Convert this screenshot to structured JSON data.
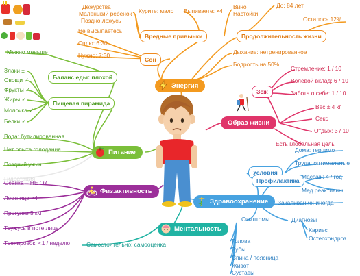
{
  "energy": {
    "label": "Энергия",
    "bad_habits": {
      "label": "Вредные привычки",
      "night_shifts": "Дежурства",
      "small_child": "Маленький ребёнок",
      "late_bed": "Поздно ложусь",
      "smoke": "Курите: мало",
      "drink": "Выпиваете: ×4",
      "wine": "Вино",
      "tinctures": "Настойки"
    },
    "sleep": {
      "label": "Сон",
      "not_enough": "Не высыпаетесь",
      "sleep_time": "Сплю: 6:30",
      "need_time": "Нужно: 7:30"
    },
    "life": {
      "label": "Продолжительность жизни",
      "to_84": "До: 84 лет",
      "left": "Осталось 12%",
      "breathing": "Дыхание: нетренированное",
      "alert": "Бодрость на 50%"
    }
  },
  "lifestyle": {
    "label": "Образ жизни",
    "zozh": {
      "label": "Зож",
      "aspiration": "Стремление: 1 / 10",
      "volition": "Волевой вклад: 6 / 10",
      "self_care": "Забота о себе: 1 / 10"
    },
    "weight": "Вес ± 4 кг",
    "sex": "Секс",
    "rest": "Отдых: 3 / 10",
    "global_goal": "Есть глобальная цель"
  },
  "nutrition": {
    "label": "Питание",
    "balance": {
      "label": "Баланс еды: плохой",
      "eat_less": "Можно меньше"
    },
    "pyramid": {
      "label": "Пищевая пирамида",
      "grains": "Злаки ±",
      "vegetables": "Овощи ✓",
      "fruits": "Фрукты ✓",
      "fats": "Жиры ✓",
      "dairy": "Молочка ✓",
      "proteins": "Белки ✓"
    },
    "water": "Вода: бутилированная",
    "fasting": "Нет опыта голодания",
    "late_dinner": "Поздний ужин",
    "hydration": "Гидратация"
  },
  "fitness": {
    "label": "Физ.активность",
    "posture": "Осанка – НЕ ОК",
    "stairs": "Лестница ×4",
    "walks": "Прогулки 5 км",
    "sweat": "Тружусь в поте лица",
    "workouts": "Тренировок: <1 / неделю"
  },
  "mentality": {
    "label": "Ментальность",
    "self_esteem": "Самостоятельно: самооценка"
  },
  "health": {
    "label": "Здравоохранение",
    "conditions": {
      "label": "Условия",
      "home": "Дома: терпимо",
      "work": "Труда: оптимальные"
    },
    "prevention": {
      "label": "Профилактика",
      "massage": "Массаж: 4 / год",
      "med_reactive": "Мед.реактивны"
    },
    "hardening": "Закаливание: иногда",
    "symptoms": {
      "label": "Симптомы",
      "head": "Голова",
      "teeth": "Зубы",
      "back": "Спина / поясница",
      "stomach": "Живот",
      "joints": "Суставы"
    },
    "diagnoses": {
      "label": "Диагнозы",
      "caries": "Кариес",
      "osteo": "Остеохондроз"
    }
  },
  "colors": {
    "energy": "#f39a1f",
    "lifestyle": "#e0356a",
    "nutrition": "#7bbf3a",
    "fitness": "#9c2f9a",
    "mentality": "#20b3a3",
    "health": "#47a2e0"
  }
}
